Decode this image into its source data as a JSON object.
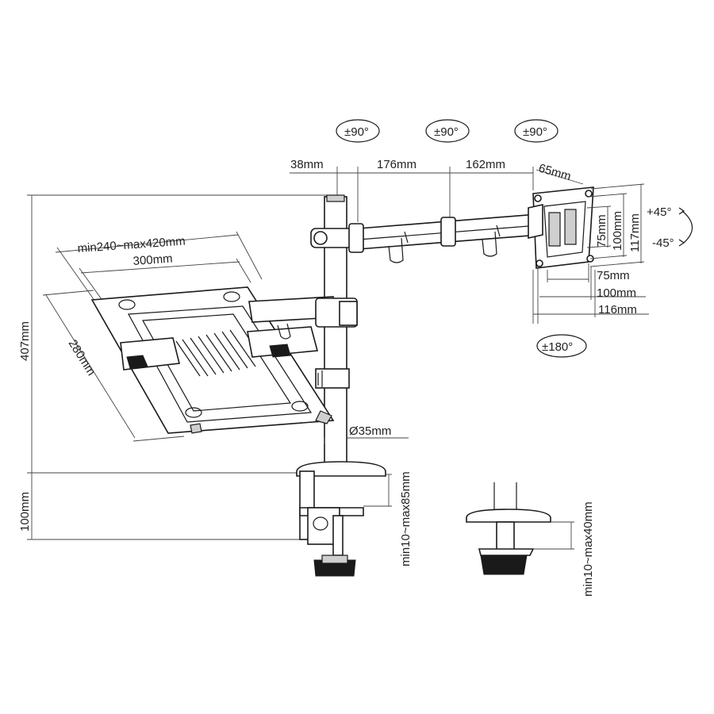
{
  "rotation_badges": {
    "arm_1": "±90°",
    "arm_2": "±90°",
    "arm_3": "±90°",
    "vesa_swivel": "±180°"
  },
  "tilt": {
    "up": "+45°",
    "down": "-45°"
  },
  "arm_dimensions": {
    "pole_offset": "38mm",
    "arm_segment_1": "176mm",
    "arm_segment_2": "162mm",
    "head_depth": "65mm"
  },
  "vesa": {
    "h_75": "75mm",
    "h_100": "100mm",
    "h_116": "116mm",
    "v_75": "75mm",
    "v_100": "100mm",
    "v_117": "117mm"
  },
  "tray": {
    "width_range": "min240~max420mm",
    "base_width": "300mm",
    "depth": "280mm"
  },
  "pole": {
    "height": "407mm",
    "diameter": "Ø35mm"
  },
  "clamp": {
    "height": "100mm",
    "c_clamp_range": "min10~max85mm",
    "grommet_range": "min10~max40mm"
  },
  "colors": {
    "line": "#1a1a1a",
    "dimension_line": "#444444",
    "background": "#ffffff"
  }
}
